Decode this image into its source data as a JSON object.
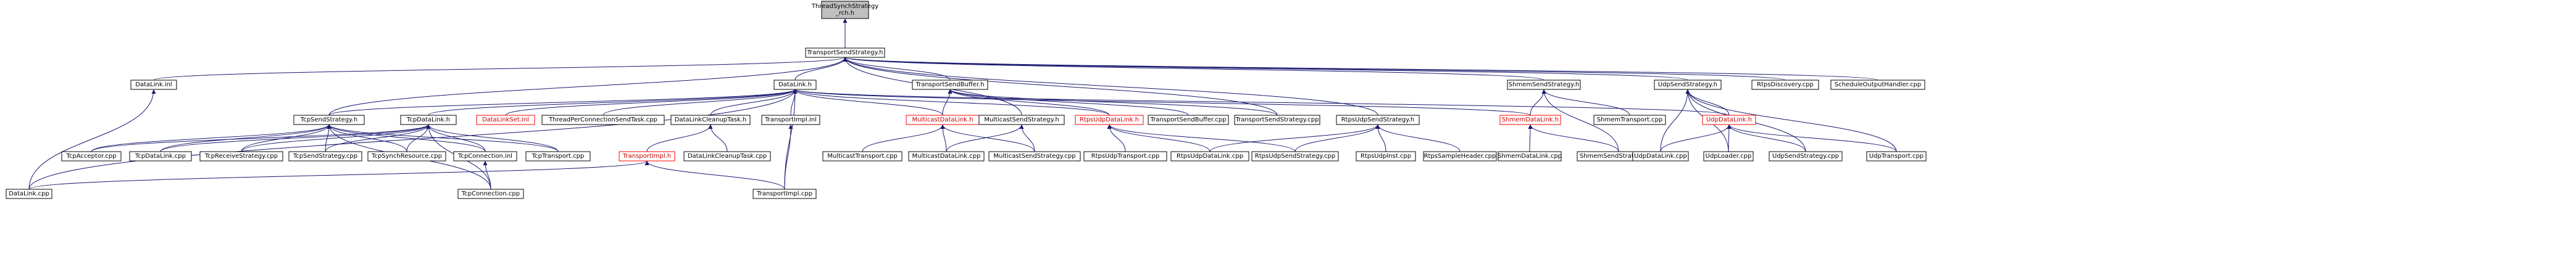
{
  "nodes": [
    {
      "id": "root",
      "lines": [
        "ThreadSynchStrategy",
        "_rch.h"
      ],
      "root": true
    },
    {
      "id": "tss_h",
      "lines": [
        "TransportSendStrategy.h"
      ]
    },
    {
      "id": "datalink_inl",
      "lines": [
        "DataLink.inl"
      ]
    },
    {
      "id": "datalink_h",
      "lines": [
        "DataLink.h"
      ]
    },
    {
      "id": "tsb_h",
      "lines": [
        "TransportSendBuffer.h"
      ]
    },
    {
      "id": "shmem_ss_h",
      "lines": [
        "ShmemSendStrategy.h"
      ]
    },
    {
      "id": "udp_ss_h",
      "lines": [
        "UdpSendStrategy.h"
      ]
    },
    {
      "id": "rtps_disc",
      "lines": [
        "RtpsDiscovery.cpp"
      ]
    },
    {
      "id": "sched_out",
      "lines": [
        "ScheduleOutputHandler.cpp"
      ]
    },
    {
      "id": "tcp_ss_h",
      "lines": [
        "TcpSendStrategy.h"
      ]
    },
    {
      "id": "tcp_dl_h",
      "lines": [
        "TcpDataLink.h"
      ]
    },
    {
      "id": "dl_set_inl",
      "lines": [
        "DataLinkSet.inl"
      ],
      "red": true
    },
    {
      "id": "tpcst",
      "lines": [
        "ThreadPerConnectionSendTask.cpp"
      ]
    },
    {
      "id": "dlct_h",
      "lines": [
        "DataLinkCleanupTask.h"
      ]
    },
    {
      "id": "ti_inl",
      "lines": [
        "TransportImpl.inl"
      ]
    },
    {
      "id": "mc_dl_h",
      "lines": [
        "MulticastDataLink.h"
      ],
      "red": true
    },
    {
      "id": "mc_ss_h",
      "lines": [
        "MulticastSendStrategy.h"
      ]
    },
    {
      "id": "rtps_udl_h",
      "lines": [
        "RtpsUdpDataLink.h"
      ],
      "red": true
    },
    {
      "id": "tsb_cpp",
      "lines": [
        "TransportSendBuffer.cpp"
      ]
    },
    {
      "id": "tss_cpp",
      "lines": [
        "TransportSendStrategy.cpp"
      ]
    },
    {
      "id": "rtps_uss_h",
      "lines": [
        "RtpsUdpSendStrategy.h"
      ]
    },
    {
      "id": "shmem_dl_h",
      "lines": [
        "ShmemDataLink.h"
      ],
      "red": true
    },
    {
      "id": "shmem_tr",
      "lines": [
        "ShmemTransport.cpp"
      ]
    },
    {
      "id": "udp_dl_h",
      "lines": [
        "UdpDataLink.h"
      ],
      "red": true
    },
    {
      "id": "tcp_acc",
      "lines": [
        "TcpAcceptor.cpp"
      ]
    },
    {
      "id": "tcp_dl_cpp",
      "lines": [
        "TcpDataLink.cpp"
      ]
    },
    {
      "id": "tcp_rs",
      "lines": [
        "TcpReceiveStrategy.cpp"
      ]
    },
    {
      "id": "tcp_ss_cpp",
      "lines": [
        "TcpSendStrategy.cpp"
      ]
    },
    {
      "id": "tcp_sr",
      "lines": [
        "TcpSynchResource.cpp"
      ]
    },
    {
      "id": "tcp_conn_inl",
      "lines": [
        "TcpConnection.inl"
      ]
    },
    {
      "id": "tcp_tr",
      "lines": [
        "TcpTransport.cpp"
      ]
    },
    {
      "id": "ti_h",
      "lines": [
        "TransportImpl.h"
      ],
      "red": true
    },
    {
      "id": "dlct_cpp",
      "lines": [
        "DataLinkCleanupTask.cpp"
      ]
    },
    {
      "id": "mc_tr",
      "lines": [
        "MulticastTransport.cpp"
      ]
    },
    {
      "id": "mc_dl_cpp",
      "lines": [
        "MulticastDataLink.cpp"
      ]
    },
    {
      "id": "mc_ss_cpp",
      "lines": [
        "MulticastSendStrategy.cpp"
      ]
    },
    {
      "id": "rtps_ut",
      "lines": [
        "RtpsUdpTransport.cpp"
      ]
    },
    {
      "id": "rtps_udl_cpp",
      "lines": [
        "RtpsUdpDataLink.cpp"
      ]
    },
    {
      "id": "rtps_uss_cpp",
      "lines": [
        "RtpsUdpSendStrategy.cpp"
      ]
    },
    {
      "id": "rtps_ui",
      "lines": [
        "RtpsUdpInst.cpp"
      ]
    },
    {
      "id": "rtps_sh",
      "lines": [
        "RtpsSampleHeader.cpp"
      ]
    },
    {
      "id": "shmem_dl_cpp",
      "lines": [
        "ShmemDataLink.cpp"
      ]
    },
    {
      "id": "shmem_ss_cpp",
      "lines": [
        "ShmemSendStrategy.cpp"
      ]
    },
    {
      "id": "udp_dl_cpp",
      "lines": [
        "UdpDataLink.cpp"
      ]
    },
    {
      "id": "udp_ld",
      "lines": [
        "UdpLoader.cpp"
      ]
    },
    {
      "id": "udp_ss_cpp",
      "lines": [
        "UdpSendStrategy.cpp"
      ]
    },
    {
      "id": "udp_tr",
      "lines": [
        "UdpTransport.cpp"
      ]
    },
    {
      "id": "dl_cpp",
      "lines": [
        "DataLink.cpp"
      ]
    },
    {
      "id": "tcp_conn_cpp",
      "lines": [
        "TcpConnection.cpp"
      ]
    },
    {
      "id": "ti_cpp",
      "lines": [
        "TransportImpl.cpp"
      ]
    }
  ],
  "edges": [
    [
      "root",
      "tss_h"
    ],
    [
      "tss_h",
      "datalink_inl"
    ],
    [
      "tss_h",
      "datalink_h"
    ],
    [
      "tss_h",
      "tsb_h"
    ],
    [
      "tss_h",
      "tss_cpp"
    ],
    [
      "tss_h",
      "shmem_ss_h"
    ],
    [
      "tss_h",
      "udp_ss_h"
    ],
    [
      "tss_h",
      "rtps_disc"
    ],
    [
      "tss_h",
      "sched_out"
    ],
    [
      "tss_h",
      "mc_ss_h"
    ],
    [
      "tss_h",
      "rtps_uss_h"
    ],
    [
      "tss_h",
      "tcp_ss_h"
    ],
    [
      "datalink_inl",
      "dl_cpp"
    ],
    [
      "datalink_h",
      "tcp_ss_h"
    ],
    [
      "datalink_h",
      "tcp_dl_h"
    ],
    [
      "datalink_h",
      "dl_set_inl"
    ],
    [
      "datalink_h",
      "tpcst"
    ],
    [
      "datalink_h",
      "dlct_h"
    ],
    [
      "datalink_h",
      "ti_inl"
    ],
    [
      "datalink_h",
      "mc_dl_h"
    ],
    [
      "datalink_h",
      "rtps_udl_h"
    ],
    [
      "datalink_h",
      "shmem_dl_h"
    ],
    [
      "datalink_h",
      "udp_dl_h"
    ],
    [
      "datalink_h",
      "ti_cpp"
    ],
    [
      "datalink_h",
      "dl_cpp"
    ],
    [
      "tsb_h",
      "mc_dl_h"
    ],
    [
      "tsb_h",
      "rtps_udl_h"
    ],
    [
      "tsb_h",
      "tsb_cpp"
    ],
    [
      "tsb_h",
      "tss_cpp"
    ],
    [
      "shmem_ss_h",
      "shmem_dl_h"
    ],
    [
      "shmem_ss_h",
      "shmem_tr"
    ],
    [
      "shmem_ss_h",
      "shmem_ss_cpp"
    ],
    [
      "udp_ss_h",
      "udp_dl_h"
    ],
    [
      "udp_ss_h",
      "udp_dl_cpp"
    ],
    [
      "udp_ss_h",
      "udp_ld"
    ],
    [
      "udp_ss_h",
      "udp_ss_cpp"
    ],
    [
      "udp_ss_h",
      "udp_tr"
    ],
    [
      "tcp_ss_h",
      "tcp_acc"
    ],
    [
      "tcp_ss_h",
      "tcp_dl_cpp"
    ],
    [
      "tcp_ss_h",
      "tcp_rs"
    ],
    [
      "tcp_ss_h",
      "tcp_ss_cpp"
    ],
    [
      "tcp_ss_h",
      "tcp_sr"
    ],
    [
      "tcp_ss_h",
      "tcp_conn_inl"
    ],
    [
      "tcp_ss_h",
      "tcp_tr"
    ],
    [
      "tcp_ss_h",
      "tcp_conn_cpp"
    ],
    [
      "tcp_dl_h",
      "tcp_acc"
    ],
    [
      "tcp_dl_h",
      "tcp_dl_cpp"
    ],
    [
      "tcp_dl_h",
      "tcp_rs"
    ],
    [
      "tcp_dl_h",
      "tcp_ss_cpp"
    ],
    [
      "tcp_dl_h",
      "tcp_sr"
    ],
    [
      "tcp_dl_h",
      "tcp_conn_inl"
    ],
    [
      "tcp_dl_h",
      "tcp_tr"
    ],
    [
      "tcp_dl_h",
      "tcp_conn_cpp"
    ],
    [
      "dlct_h",
      "ti_h"
    ],
    [
      "dlct_h",
      "dlct_cpp"
    ],
    [
      "ti_inl",
      "ti_cpp"
    ],
    [
      "ti_h",
      "dl_cpp"
    ],
    [
      "ti_h",
      "ti_cpp"
    ],
    [
      "mc_dl_h",
      "mc_tr"
    ],
    [
      "mc_dl_h",
      "mc_dl_cpp"
    ],
    [
      "mc_dl_h",
      "mc_ss_cpp"
    ],
    [
      "mc_ss_h",
      "mc_dl_cpp"
    ],
    [
      "mc_ss_h",
      "mc_ss_cpp"
    ],
    [
      "rtps_udl_h",
      "rtps_ut"
    ],
    [
      "rtps_udl_h",
      "rtps_udl_cpp"
    ],
    [
      "rtps_udl_h",
      "rtps_uss_cpp"
    ],
    [
      "rtps_uss_h",
      "rtps_udl_cpp"
    ],
    [
      "rtps_uss_h",
      "rtps_uss_cpp"
    ],
    [
      "rtps_uss_h",
      "rtps_ui"
    ],
    [
      "rtps_uss_h",
      "rtps_sh"
    ],
    [
      "shmem_dl_h",
      "shmem_dl_cpp"
    ],
    [
      "shmem_dl_h",
      "shmem_ss_cpp"
    ],
    [
      "udp_dl_h",
      "udp_dl_cpp"
    ],
    [
      "udp_dl_h",
      "udp_ld"
    ],
    [
      "udp_dl_h",
      "udp_ss_cpp"
    ],
    [
      "udp_dl_h",
      "udp_tr"
    ],
    [
      "tcp_conn_inl",
      "tcp_conn_cpp"
    ]
  ]
}
